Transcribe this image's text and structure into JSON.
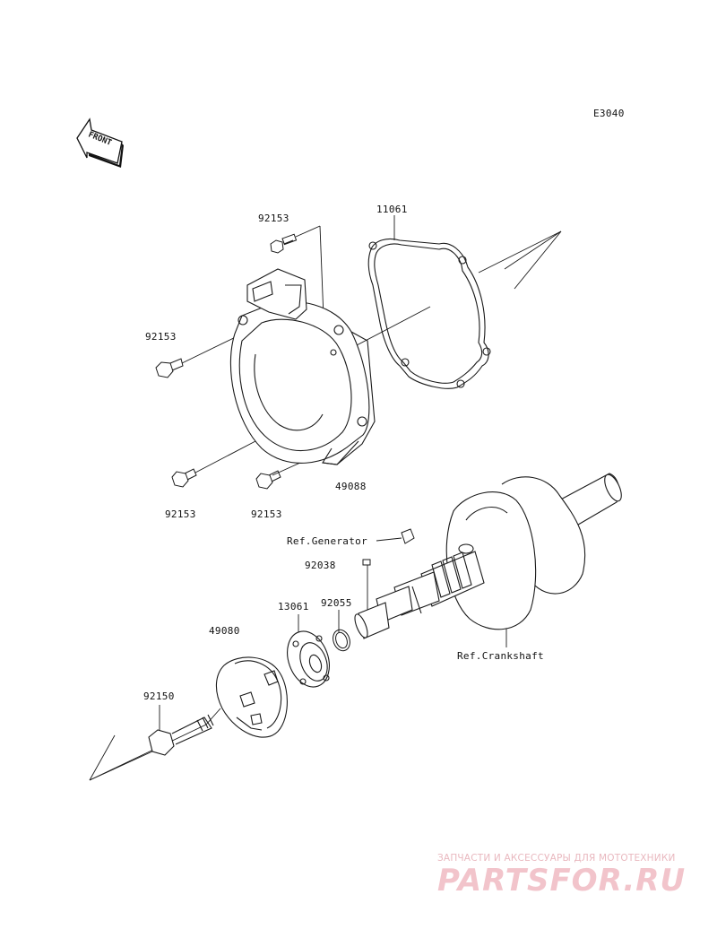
{
  "diagram": {
    "code": "E3040",
    "front_text": "FRONT",
    "labels": [
      {
        "key": "92153-top",
        "text": "92153"
      },
      {
        "key": "11061",
        "text": "11061"
      },
      {
        "key": "92153-left",
        "text": "92153"
      },
      {
        "key": "92153-bottom-left",
        "text": "92153"
      },
      {
        "key": "92153-bottom-right",
        "text": "92153"
      },
      {
        "key": "49088",
        "text": "49088"
      },
      {
        "key": "ref-generator",
        "text": "Ref.Generator"
      },
      {
        "key": "92038",
        "text": "92038"
      },
      {
        "key": "13061",
        "text": "13061"
      },
      {
        "key": "92055",
        "text": "92055"
      },
      {
        "key": "49080",
        "text": "49080"
      },
      {
        "key": "ref-crankshaft",
        "text": "Ref.Crankshaft"
      },
      {
        "key": "92150",
        "text": "92150"
      }
    ]
  },
  "watermark": {
    "tagline": "ЗАПЧАСТИ И АКСЕССУАРЫ ДЛЯ МОТОТЕХНИКИ",
    "logo": "PARTSFOR.RU",
    "color": "#f2c4cb"
  }
}
